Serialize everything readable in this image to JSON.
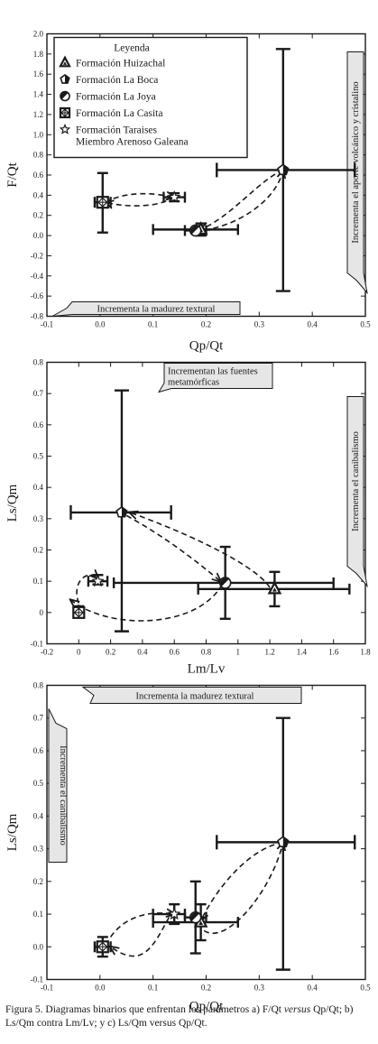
{
  "caption": {
    "part1": "Figura 5. Diagramas binarios que enfrentan los parámetros a) F/Qt ",
    "part_italic": "versus",
    "part2": " Qp/Qt; b) Ls/Qm contra Lm/Lv; y c) Ls/Qm versus Qp/Qt."
  },
  "legend": {
    "title": "Leyenda",
    "items": [
      {
        "label": "Formación Huizachal",
        "marker": "triangle-icon"
      },
      {
        "label": "Formación La Boca",
        "marker": "pentagon-icon"
      },
      {
        "label": "Formación La Joya",
        "marker": "half-circle-icon"
      },
      {
        "label": "Formación La Casita",
        "marker": "diamond-cross-icon"
      },
      {
        "label": "Formación Taraises",
        "label2": "Miembro Arenoso Galeana",
        "marker": "star-icon"
      }
    ]
  },
  "chart_data": [
    {
      "type": "scatter",
      "title": "",
      "xlabel": "Qp/Qt",
      "ylabel": "F/Qt",
      "xlim": [
        -0.1,
        0.5
      ],
      "ylim": [
        -0.8,
        2.0
      ],
      "xticks": [
        "-0.1",
        "0.0",
        "0.1",
        "0.2",
        "0.3",
        "0.4",
        "0.5"
      ],
      "yticks": [
        "-0.8",
        "-0.6",
        "-0.4",
        "-0.2",
        "0.0",
        "0.2",
        "0.4",
        "0.6",
        "0.8",
        "1.0",
        "1.2",
        "1.4",
        "1.6",
        "1.8",
        "2.0"
      ],
      "points": [
        {
          "series": "Formación Huizachal",
          "marker": "triangle",
          "x": 0.19,
          "y": 0.06,
          "xerr": [
            0.1,
            0.26
          ],
          "yerr": [
            0.0,
            0.12
          ]
        },
        {
          "series": "Formación La Boca",
          "marker": "pentagon",
          "x": 0.345,
          "y": 0.65,
          "xerr": [
            0.22,
            0.48
          ],
          "yerr": [
            -0.55,
            1.85
          ]
        },
        {
          "series": "Formación La Joya",
          "marker": "half-circle",
          "x": 0.18,
          "y": 0.05,
          "xerr": [
            0.16,
            0.2
          ],
          "yerr": [
            0.03,
            0.07
          ]
        },
        {
          "series": "Formación La Casita",
          "marker": "diamond-cross",
          "x": 0.005,
          "y": 0.33,
          "xerr": [
            -0.01,
            0.02
          ],
          "yerr": [
            0.03,
            0.62
          ]
        },
        {
          "series": "Formación Taraises Miembro Arenoso Galeana",
          "marker": "star",
          "x": 0.14,
          "y": 0.38,
          "xerr": [
            0.12,
            0.16
          ],
          "yerr": [
            0.34,
            0.42
          ]
        }
      ],
      "paths": [
        [
          [
            0.01,
            0.33
          ],
          [
            0.06,
            0.47
          ],
          [
            0.12,
            0.4
          ],
          [
            0.14,
            0.38
          ]
        ],
        [
          [
            0.14,
            0.38
          ],
          [
            0.1,
            0.25
          ],
          [
            0.03,
            0.3
          ],
          [
            0.01,
            0.33
          ]
        ],
        [
          [
            0.345,
            0.65
          ],
          [
            0.3,
            0.55
          ],
          [
            0.25,
            0.2
          ],
          [
            0.19,
            0.06
          ]
        ],
        [
          [
            0.18,
            0.05
          ],
          [
            0.24,
            0.05
          ],
          [
            0.33,
            0.3
          ],
          [
            0.345,
            0.65
          ]
        ]
      ],
      "annotations": [
        {
          "text": "Incrementa la madurez textural",
          "placement": "bottom"
        },
        {
          "text": "Incrementa el aporte volcánico y cristalino",
          "placement": "right",
          "vertical": true
        }
      ]
    },
    {
      "type": "scatter",
      "title": "",
      "xlabel": "Lm/Lv",
      "ylabel": "Ls/Qm",
      "xlim": [
        -0.2,
        1.8
      ],
      "ylim": [
        -0.1,
        0.8
      ],
      "xticks": [
        "-0.2",
        "0",
        "0.2",
        "0.4",
        "0.6",
        "0.8",
        "1",
        "1.2",
        "1.4",
        "1.6",
        "1.8"
      ],
      "yticks": [
        "-0.1",
        "0",
        "0.1",
        "0.2",
        "0.3",
        "0.4",
        "0.5",
        "0.6",
        "0.7",
        "0.8"
      ],
      "points": [
        {
          "series": "Formación Huizachal",
          "marker": "triangle",
          "x": 1.23,
          "y": 0.075,
          "xerr": [
            0.75,
            1.7
          ],
          "yerr": [
            0.02,
            0.13
          ]
        },
        {
          "series": "Formación La Boca",
          "marker": "pentagon",
          "x": 0.27,
          "y": 0.32,
          "xerr": [
            -0.05,
            0.58
          ],
          "yerr": [
            -0.06,
            0.71
          ]
        },
        {
          "series": "Formación La Joya",
          "marker": "half-circle",
          "x": 0.92,
          "y": 0.095,
          "xerr": [
            0.22,
            1.6
          ],
          "yerr": [
            -0.02,
            0.21
          ]
        },
        {
          "series": "Formación La Casita",
          "marker": "diamond-cross",
          "x": 0.0,
          "y": 0.0,
          "xerr": [
            -0.03,
            0.03
          ],
          "yerr": [
            -0.01,
            0.02
          ]
        },
        {
          "series": "Formación Taraises Miembro Arenoso Galeana",
          "marker": "star",
          "x": 0.12,
          "y": 0.1,
          "xerr": [
            0.06,
            0.18
          ],
          "yerr": [
            0.09,
            0.12
          ]
        }
      ],
      "paths": [
        [
          [
            0.3,
            0.31
          ],
          [
            0.55,
            0.24
          ],
          [
            0.75,
            0.16
          ],
          [
            0.89,
            0.1
          ]
        ],
        [
          [
            1.2,
            0.08
          ],
          [
            1.1,
            0.16
          ],
          [
            0.6,
            0.27
          ],
          [
            0.32,
            0.32
          ]
        ],
        [
          [
            0.9,
            0.09
          ],
          [
            0.75,
            -0.05
          ],
          [
            0.2,
            -0.06
          ],
          [
            -0.05,
            0.04
          ]
        ],
        [
          [
            0.0,
            0.03
          ],
          [
            -0.05,
            0.1
          ],
          [
            0.06,
            0.14
          ],
          [
            0.12,
            0.11
          ]
        ]
      ],
      "annotations": [
        {
          "text": "Incrementan las fuentes",
          "text2": "metamórficas",
          "placement": "top"
        },
        {
          "text": "Incrementa el canibalismo",
          "placement": "right",
          "vertical": true
        }
      ]
    },
    {
      "type": "scatter",
      "title": "",
      "xlabel": "Qp/Qt",
      "ylabel": "Ls/Qm",
      "xlim": [
        -0.1,
        0.5
      ],
      "ylim": [
        -0.1,
        0.8
      ],
      "xticks": [
        "-0.1",
        "0.0",
        "0.1",
        "0.2",
        "0.3",
        "0.4",
        "0.5"
      ],
      "yticks": [
        "-0.1",
        "0.0",
        "0.1",
        "0.2",
        "0.3",
        "0.4",
        "0.5",
        "0.6",
        "0.7",
        "0.8"
      ],
      "points": [
        {
          "series": "Formación Huizachal",
          "marker": "triangle",
          "x": 0.19,
          "y": 0.075,
          "xerr": [
            0.1,
            0.26
          ],
          "yerr": [
            0.02,
            0.13
          ]
        },
        {
          "series": "Formación La Boca",
          "marker": "pentagon",
          "x": 0.345,
          "y": 0.32,
          "xerr": [
            0.22,
            0.48
          ],
          "yerr": [
            -0.07,
            0.7
          ]
        },
        {
          "series": "Formación La Joya",
          "marker": "half-circle",
          "x": 0.18,
          "y": 0.09,
          "xerr": [
            0.16,
            0.2
          ],
          "yerr": [
            -0.02,
            0.2
          ]
        },
        {
          "series": "Formación La Casita",
          "marker": "diamond-cross",
          "x": 0.005,
          "y": 0.0,
          "xerr": [
            -0.01,
            0.02
          ],
          "yerr": [
            -0.03,
            0.03
          ]
        },
        {
          "series": "Formación Taraises Miembro Arenoso Galeana",
          "marker": "star",
          "x": 0.14,
          "y": 0.1,
          "xerr": [
            0.1,
            0.16
          ],
          "yerr": [
            0.07,
            0.13
          ]
        }
      ],
      "paths": [
        [
          [
            0.345,
            0.32
          ],
          [
            0.28,
            0.3
          ],
          [
            0.22,
            0.18
          ],
          [
            0.19,
            0.08
          ]
        ],
        [
          [
            0.185,
            0.07
          ],
          [
            0.22,
            -0.03
          ],
          [
            0.32,
            0.15
          ],
          [
            0.345,
            0.32
          ]
        ],
        [
          [
            0.13,
            0.09
          ],
          [
            0.1,
            0.0
          ],
          [
            0.08,
            -0.07
          ],
          [
            0.02,
            0.0
          ]
        ],
        [
          [
            0.02,
            0.03
          ],
          [
            0.05,
            0.1
          ],
          [
            0.1,
            0.11
          ],
          [
            0.14,
            0.1
          ]
        ]
      ],
      "annotations": [
        {
          "text": "Incrementa la madurez textural",
          "placement": "top"
        },
        {
          "text": "Incrementa el canibalismo",
          "placement": "left",
          "vertical": true
        }
      ]
    }
  ]
}
